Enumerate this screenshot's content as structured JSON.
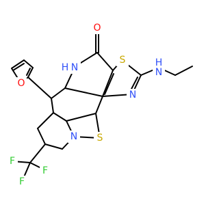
{
  "colors": {
    "carbon_bond": "#000000",
    "oxygen": "#ff0d0d",
    "nitrogen": "#3050f8",
    "sulfur": "#c8a800",
    "fluorine": "#33cc33"
  },
  "atoms": {
    "o_carbonyl": "O",
    "o_furan": "O",
    "n_amide": "N",
    "h_amide": "H",
    "n_pyridine": "N",
    "n_thiazole": "N",
    "n_amine": "N",
    "h_amine": "H",
    "s_thiophene": "S",
    "s_thiazole": "S",
    "f_top": "F",
    "f_left": "F",
    "f_bottom": "F"
  }
}
